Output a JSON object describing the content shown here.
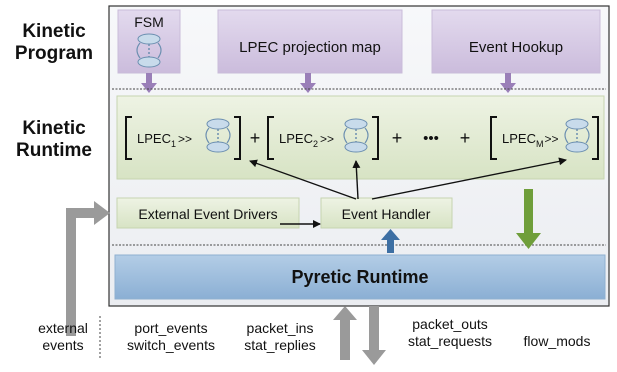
{
  "side_labels": {
    "program_line1": "Kinetic",
    "program_line2": "Program",
    "runtime_line1": "Kinetic",
    "runtime_line2": "Runtime"
  },
  "program_boxes": {
    "fsm": "FSM",
    "projection": "LPEC projection map",
    "hookup": "Event Hookup"
  },
  "lpec": {
    "prefix": "LPEC",
    "sub1": "1",
    "sub2": "2",
    "subM": "M",
    "arrow_glyph": ">>",
    "plus": "+",
    "ellipsis": "•••"
  },
  "runtime_boxes": {
    "external_drivers": "External Event Drivers",
    "event_handler": "Event Handler",
    "pyretic": "Pyretic Runtime"
  },
  "bottom_labels": {
    "external_line1": "external",
    "external_line2": "events",
    "port_events": "port_events",
    "switch_events": "switch_events",
    "packet_ins": "packet_ins",
    "stat_replies": "stat_replies",
    "packet_outs": "packet_outs",
    "stat_requests": "stat_requests",
    "flow_mods": "flow_mods"
  },
  "colors": {
    "program_box": "#d9cfe6",
    "runtime_box": "#e4ecd6",
    "pyretic_box": "#9dbcdc",
    "purple_arrow": "#9a7fb8",
    "green_arrow": "#6f9e3a",
    "blue_arrow": "#3d6fa3",
    "gray_arrow": "#9a9a9a",
    "db_icon": "#b8cfe3"
  }
}
